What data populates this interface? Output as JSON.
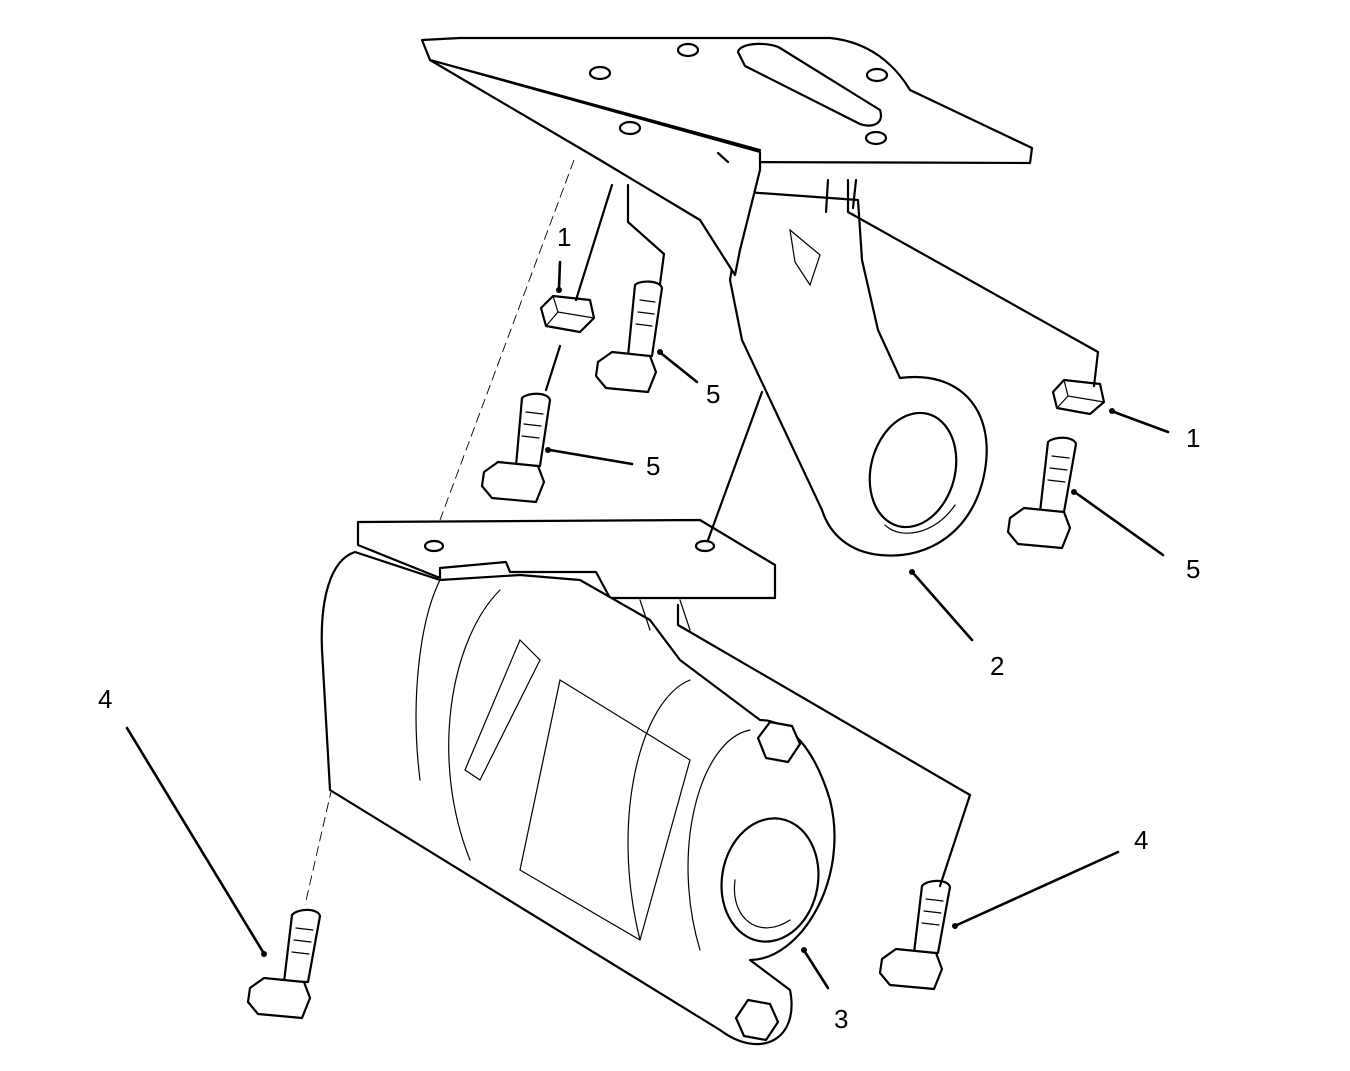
{
  "callouts": [
    {
      "id": "c1a",
      "text": "1"
    },
    {
      "id": "c1b",
      "text": "1"
    },
    {
      "id": "c5a",
      "text": "5"
    },
    {
      "id": "c5b",
      "text": "5"
    },
    {
      "id": "c5c",
      "text": "5"
    },
    {
      "id": "c2",
      "text": "2"
    },
    {
      "id": "c4a",
      "text": "4"
    },
    {
      "id": "c4b",
      "text": "4"
    },
    {
      "id": "c3",
      "text": "3"
    }
  ]
}
